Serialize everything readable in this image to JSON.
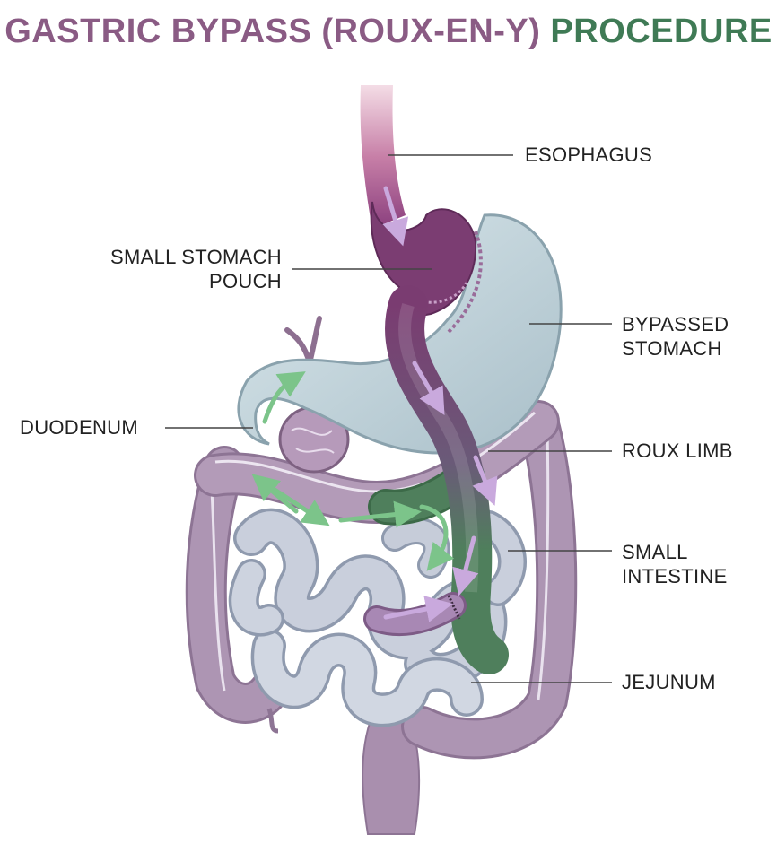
{
  "title": {
    "part1": "GASTRIC BYPASS (ROUX-EN-Y)",
    "part2": "PROCEDURE",
    "color1": "#8a5b84",
    "color2": "#3f7a55"
  },
  "labels": {
    "esophagus": [
      "ESOPHAGUS"
    ],
    "pouch": [
      "SMALL STOMACH",
      "POUCH"
    ],
    "bypassed": [
      "BYPASSED",
      "STOMACH"
    ],
    "duodenum": [
      "DUODENUM"
    ],
    "roux": [
      "ROUX LIMB"
    ],
    "small_intestine": [
      "SMALL",
      "INTESTINE"
    ],
    "jejunum": [
      "JEJUNUM"
    ]
  },
  "colors": {
    "pouch": "#7b3d72",
    "stomach": "#c3d6dd",
    "intestine": "#c9cfdc",
    "colon": "#a790ad",
    "roux": "#4f7f5c",
    "arrow_purple": "#b79ad2",
    "arrow_green": "#6fbb7e",
    "leader": "#444444"
  }
}
